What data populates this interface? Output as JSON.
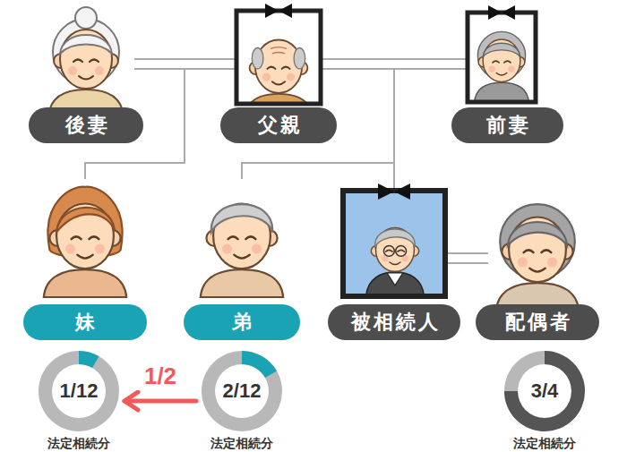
{
  "diagram": {
    "nodes": [
      {
        "text": [
          "後妻"
        ]
      },
      {
        "text": [
          "父親"
        ]
      },
      {
        "text": [
          "前妻"
        ]
      },
      {
        "text": [
          "妹"
        ]
      },
      {
        "text": [
          "弟"
        ]
      },
      {
        "text": [
          "被相続人"
        ]
      },
      {
        "text": [
          "配偶者"
        ]
      },
      {
        "text": [
          "1/12",
          "法定相続分"
        ]
      },
      {
        "text": [
          "2/12",
          "法定相続分"
        ]
      },
      {
        "text": [
          "3/4",
          "法定相続分"
        ]
      }
    ],
    "edges": [
      {
        "from": 0,
        "to": 1,
        "arrow": "none"
      },
      {
        "from": 1,
        "to": 2,
        "arrow": "none"
      },
      {
        "from": 5,
        "to": 6,
        "arrow": "none"
      },
      {
        "from": 0,
        "to": 3,
        "arrow": "none"
      },
      {
        "from": 1,
        "to": 3,
        "arrow": "none"
      },
      {
        "from": 1,
        "to": 4,
        "arrow": "none"
      },
      {
        "from": 2,
        "to": 4,
        "arrow": "none"
      },
      {
        "from": 1,
        "to": 5,
        "arrow": "none"
      },
      {
        "from": 2,
        "to": 5,
        "arrow": "none"
      },
      {
        "from": 8,
        "to": 7,
        "arrow": "to",
        "label": "1/2"
      }
    ]
  }
}
